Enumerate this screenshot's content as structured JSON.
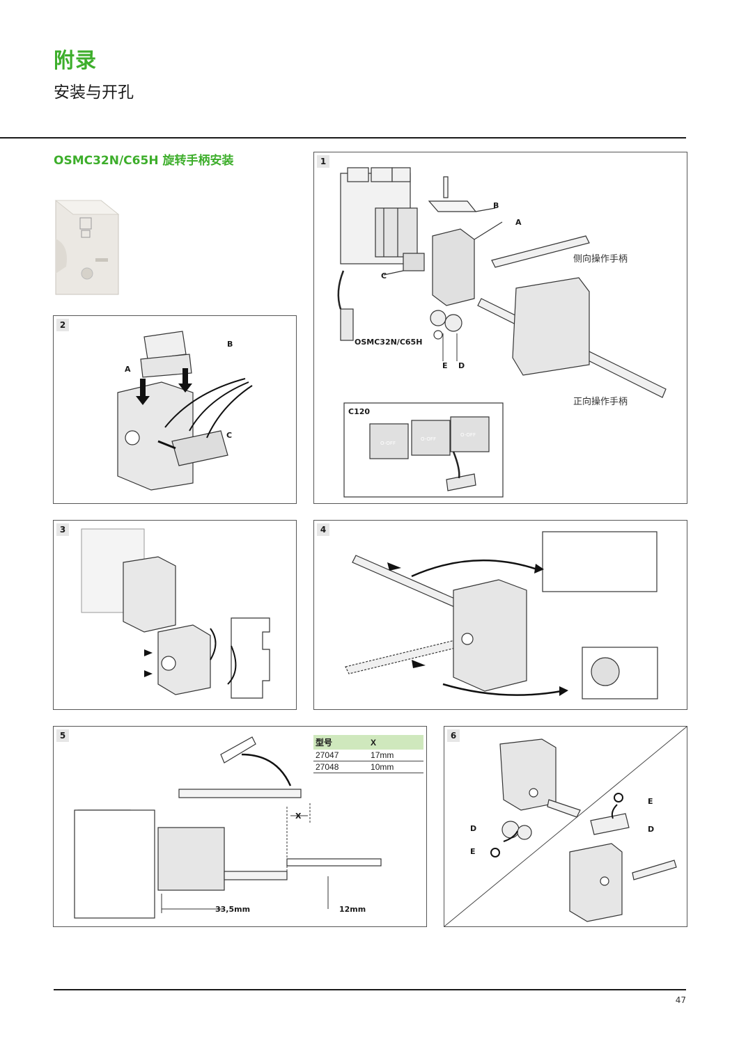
{
  "header": {
    "chapter_title": "附录",
    "chapter_subtitle": "安装与开孔"
  },
  "section": {
    "title": "OSMC32N/C65H 旋转手柄安装"
  },
  "panels": {
    "p1": {
      "number": "1",
      "label_b": "B",
      "label_a": "A",
      "label_c": "C",
      "label_e": "E",
      "label_d": "D",
      "side_handle": "侧向操作手柄",
      "front_handle": "正向操作手柄",
      "breaker_model": "OSMC32N/C65H",
      "inset_title": "C120",
      "inset_switch_text": "O-OFF"
    },
    "p2": {
      "number": "2",
      "label_a": "A",
      "label_b": "B",
      "label_c": "C"
    },
    "p3": {
      "number": "3"
    },
    "p4": {
      "number": "4"
    },
    "p5": {
      "number": "5",
      "dim_x": "X",
      "dim_length": "33,5mm",
      "dim_offset": "12mm",
      "table": {
        "headers": [
          "型号",
          "X"
        ],
        "rows": [
          [
            "27047",
            "17mm"
          ],
          [
            "27048",
            "10mm"
          ]
        ]
      }
    },
    "p6": {
      "number": "6",
      "label_e1": "E",
      "label_d1": "D",
      "label_d2": "D",
      "label_e2": "E"
    }
  },
  "footer": {
    "page_number": "47"
  },
  "colors": {
    "accent": "#3dae2b",
    "table_header": "#cfe8bd"
  }
}
